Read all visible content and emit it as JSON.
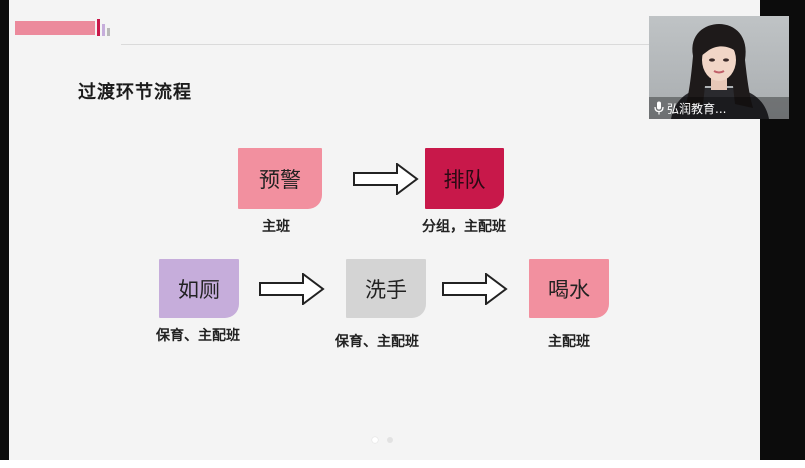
{
  "slide": {
    "title": "过渡环节流程",
    "boxes": [
      {
        "text": "预警",
        "label": "主班",
        "color": "#f2909f"
      },
      {
        "text": "排队",
        "label": "分组，主配班",
        "color": "#c8184a"
      },
      {
        "text": "如厕",
        "label": "保育、主配班",
        "color": "#c6addb"
      },
      {
        "text": "洗手",
        "label": "保育、主配班",
        "color": "#d4d4d4"
      },
      {
        "text": "喝水",
        "label": "主配班",
        "color": "#f2909f"
      }
    ],
    "accent_colors": [
      "#ec8a9c",
      "#c8184a",
      "#c6addb",
      "#b9b9b9"
    ],
    "page_indicator": {
      "current": 1,
      "total": 2
    }
  },
  "video": {
    "participant_name": "弘润教育...",
    "mic_icon": "microphone-icon"
  }
}
